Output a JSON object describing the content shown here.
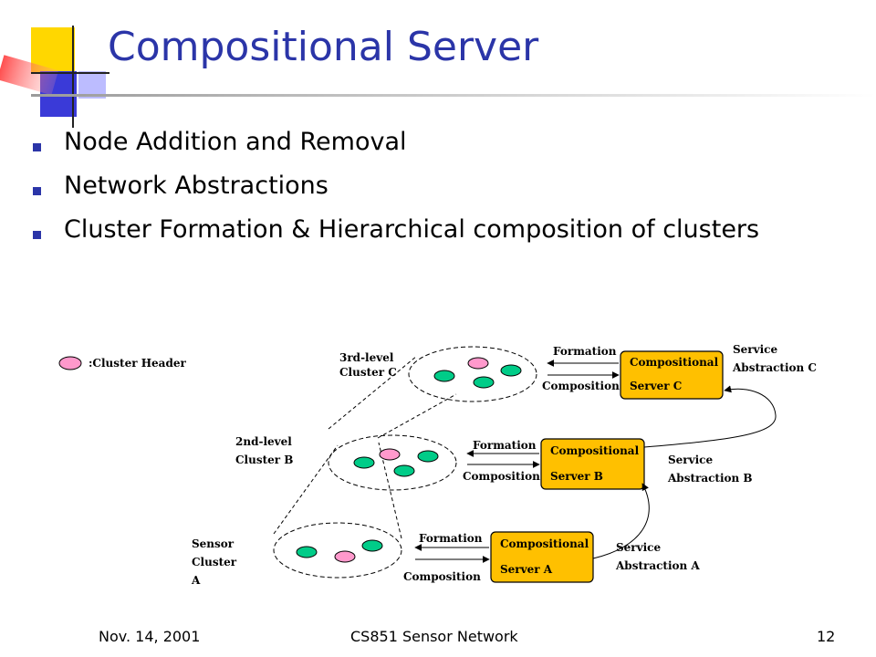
{
  "slide": {
    "title": "Compositional Server",
    "bullets": [
      "Node Addition and Removal",
      "Network Abstractions",
      "Cluster Formation & Hierarchical composition of clusters"
    ]
  },
  "diagram": {
    "legend": ":Cluster Header",
    "clusters": {
      "c": [
        "3rd-level",
        "Cluster C"
      ],
      "b": [
        "2nd-level",
        "Cluster B"
      ],
      "a": [
        "Sensor",
        "Cluster",
        "A"
      ]
    },
    "arrows": {
      "formation": "Formation",
      "composition": "Composition"
    },
    "servers": {
      "c": [
        "Compositional",
        "Server C"
      ],
      "b": [
        "Compositional",
        "Server B"
      ],
      "a": [
        "Compositional",
        "Server A"
      ]
    },
    "abstractions": {
      "c": [
        "Service",
        "Abstraction C"
      ],
      "b": [
        "Service",
        "Abstraction B"
      ],
      "a": [
        "Service",
        "Abstraction A"
      ]
    },
    "colors": {
      "server_fill": "#ffc000",
      "node_green": "#00cc88",
      "node_pink": "#ff99cc",
      "title_blue": "#2b35a8"
    }
  },
  "footer": {
    "date": "Nov. 14, 2001",
    "course": "CS851 Sensor Network",
    "page": "12"
  }
}
